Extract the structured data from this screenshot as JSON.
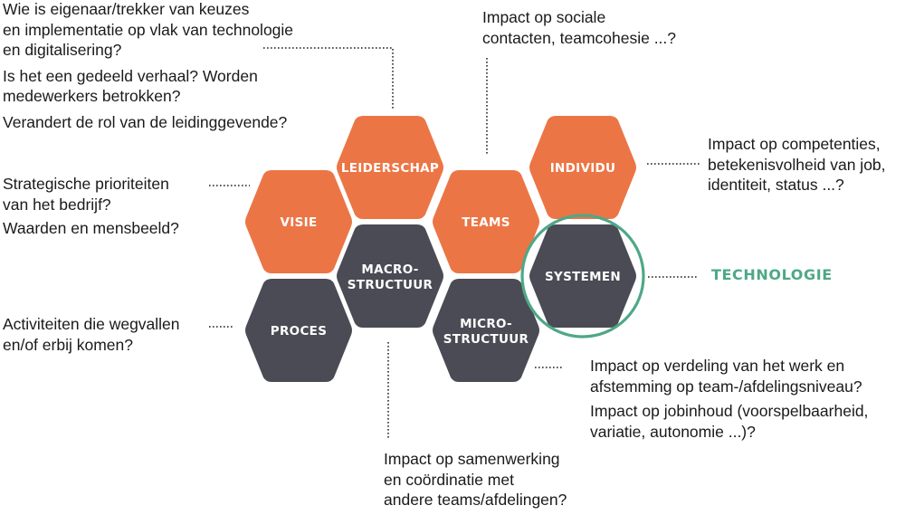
{
  "colors": {
    "orange": "#ec7545",
    "dark": "#4b4b55",
    "green": "#4ea886",
    "dots": "#555555",
    "text": "#1a1a1a"
  },
  "hexagons": [
    {
      "id": "visie",
      "label_lines": [
        "VISIE"
      ],
      "color": "orange"
    },
    {
      "id": "leiderschap",
      "label_lines": [
        "LEIDERSCHAP"
      ],
      "color": "orange"
    },
    {
      "id": "teams",
      "label_lines": [
        "TEAMS"
      ],
      "color": "orange"
    },
    {
      "id": "individu",
      "label_lines": [
        "INDIVIDU"
      ],
      "color": "orange"
    },
    {
      "id": "proces",
      "label_lines": [
        "PROCES"
      ],
      "color": "dark"
    },
    {
      "id": "macrostructuur",
      "label_lines": [
        "MACRO-",
        "STRUCTUUR"
      ],
      "color": "dark"
    },
    {
      "id": "microstructuur",
      "label_lines": [
        "MICRO-",
        "STRUCTUUR"
      ],
      "color": "dark"
    },
    {
      "id": "systemen",
      "label_lines": [
        "SYSTEMEN"
      ],
      "color": "dark"
    }
  ],
  "highlight": {
    "label": "TECHNOLOGIE",
    "target": "systemen"
  },
  "notes": {
    "leiderschap": [
      "Wie is eigenaar/trekker van keuzes\nen implementatie op vlak van technologie\nen digitalisering?",
      "Is het een gedeeld verhaal? Worden\nmedewerkers betrokken?",
      "Verandert de rol van de leidinggevende?"
    ],
    "teams": [
      "Impact op sociale\ncontacten, teamcohesie ...?"
    ],
    "individu": [
      "Impact op competenties,\nbetekenisvolheid van job,\nidentiteit, status ...?"
    ],
    "visie": [
      "Strategische prioriteiten\nvan het bedrijf?",
      "Waarden en mensbeeld?"
    ],
    "proces": [
      "Activiteiten die wegvallen\nen/of erbij komen?"
    ],
    "microstructuur": [
      "Impact op verdeling van het werk en\nafstemming op team-/afdelingsniveau?",
      "Impact op jobinhoud (voorspelbaarheid,\nvariatie, autonomie ...)?"
    ],
    "macrostructuur": [
      "Impact op samenwerking\nen coördinatie met\nandere teams/afdelingen?"
    ]
  }
}
